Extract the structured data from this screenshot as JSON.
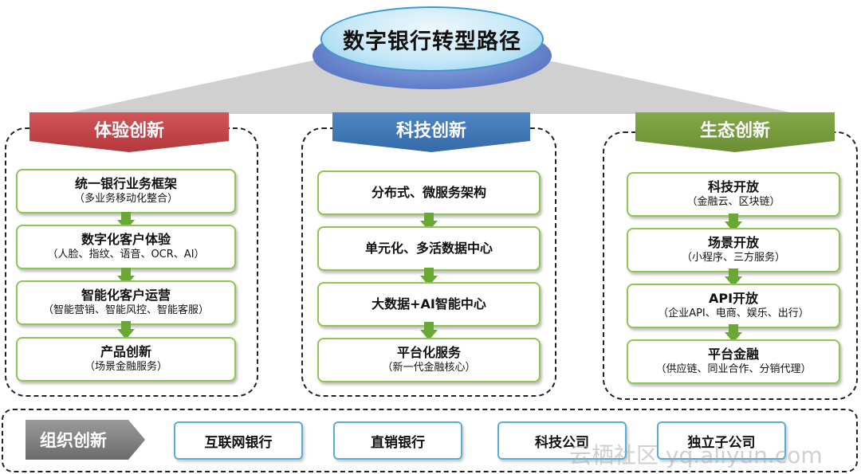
{
  "title": "数字银行转型路径",
  "columns": {
    "experience": {
      "heading": "体验创新",
      "items": [
        {
          "title": "统一银行业务框架",
          "sub": "（多业务移动化整合）"
        },
        {
          "title": "数字化客户体验",
          "sub": "（人脸、指纹、语音、OCR、AI）"
        },
        {
          "title": "智能化客户运营",
          "sub": "（智能营销、智能风控、智能客服）"
        },
        {
          "title": "产品创新",
          "sub": "（场景金融服务）"
        }
      ]
    },
    "tech": {
      "heading": "科技创新",
      "items": [
        {
          "title": "分布式、微服务架构",
          "sub": ""
        },
        {
          "title": "单元化、多活数据中心",
          "sub": ""
        },
        {
          "title": "大数据+AI智能中心",
          "sub": ""
        },
        {
          "title": "平台化服务",
          "sub": "（新一代金融核心）"
        }
      ]
    },
    "ecosystem": {
      "heading": "生态创新",
      "items": [
        {
          "title": "科技开放",
          "sub": "（金融云、区块链）"
        },
        {
          "title": "场景开放",
          "sub": "（小程序、三方服务）"
        },
        {
          "title": "API开放",
          "sub": "（企业API、电商、娱乐、出行）"
        },
        {
          "title": "平台金融",
          "sub": "（供应链、同业合作、分销代理）"
        }
      ]
    }
  },
  "org": {
    "label": "组织创新",
    "items": [
      "互联网银行",
      "直销银行",
      "科技公司",
      "独立子公司"
    ]
  },
  "watermark": "云栖社区 yq.aliyun.com",
  "colors": {
    "experience": "#c0444a",
    "tech": "#3f76b6",
    "ecosystem": "#769c3e",
    "box_border": "#8dc653",
    "arrow": "#6aa836",
    "org_border": "#56aed6"
  }
}
